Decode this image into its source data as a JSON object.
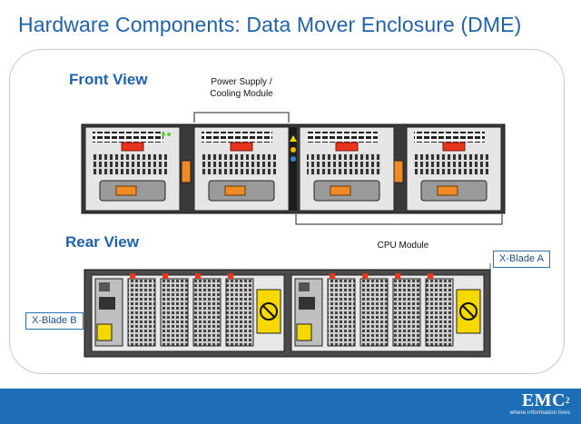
{
  "slide": {
    "title": "Hardware Components: Data Mover Enclosure (DME)"
  },
  "front_view": {
    "label": "Front View",
    "callout_power": "Power Supply / Cooling Module",
    "callout_cpu": "CPU Module"
  },
  "rear_view": {
    "label": "Rear View",
    "blade_a": "X-Blade A",
    "blade_b": "X-Blade B"
  },
  "footer": {
    "logo": "EMC",
    "logo_sup": "2",
    "tagline": "where information lives"
  },
  "colors": {
    "title_blue": "#1f63ad",
    "footer_blue": "#1e6eb7",
    "handle_red": "#e8341c",
    "latch_orange": "#f08a24",
    "warning_yellow": "#f5d800"
  }
}
